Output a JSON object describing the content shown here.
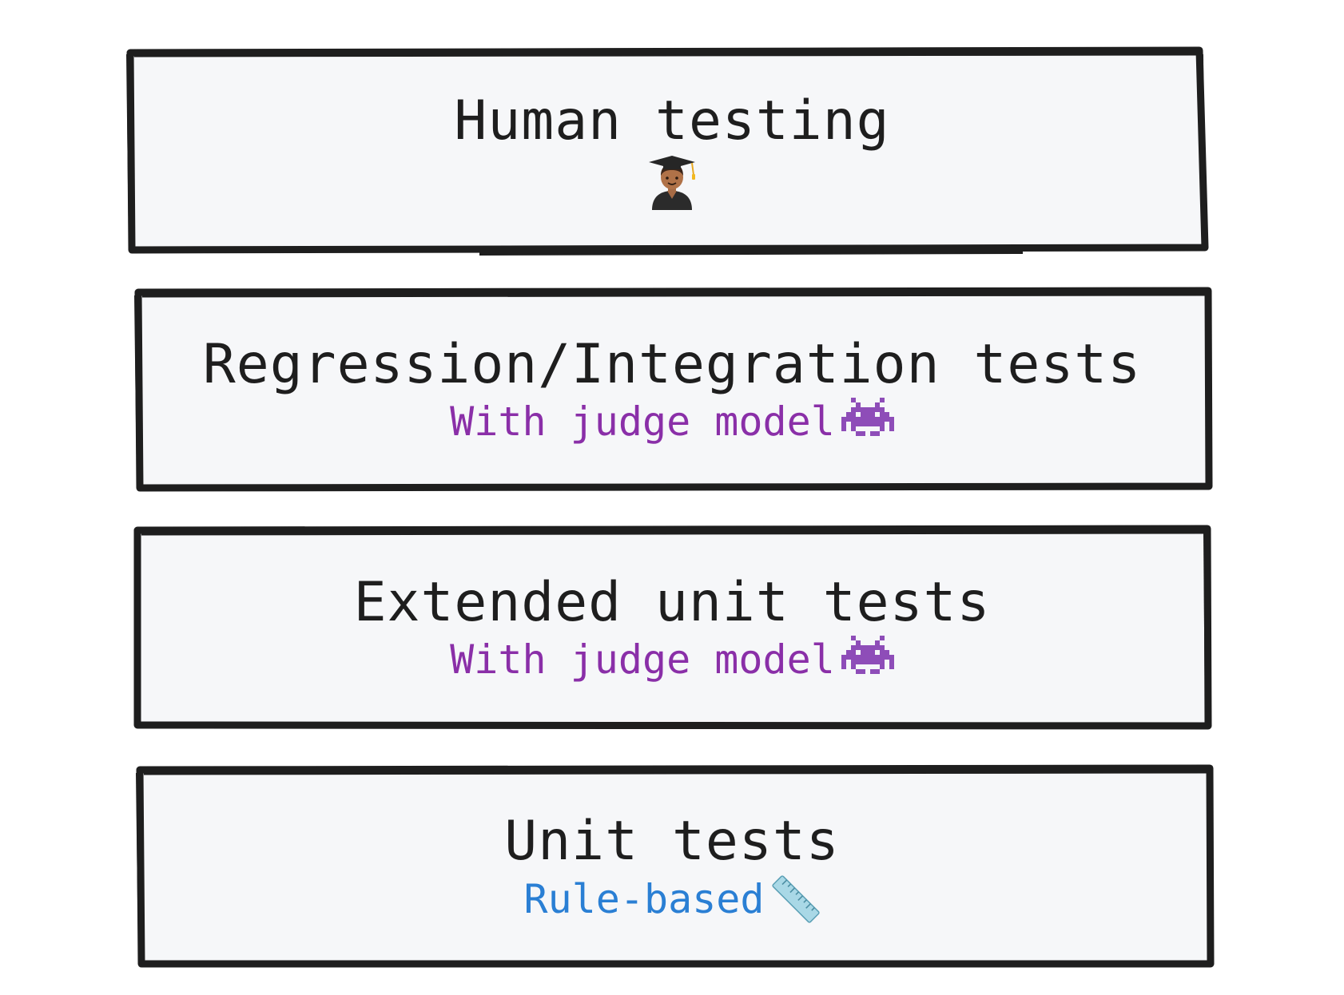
{
  "layers": [
    {
      "title": "Human testing",
      "subtitle": "",
      "subtitle_color": "#8a2fa8",
      "icon": "student-icon"
    },
    {
      "title": "Regression/Integration tests",
      "subtitle": "With judge model",
      "subtitle_color": "#8a2fa8",
      "icon": "space-invader-icon"
    },
    {
      "title": "Extended unit tests",
      "subtitle": "With judge model",
      "subtitle_color": "#8a2fa8",
      "icon": "space-invader-icon"
    },
    {
      "title": "Unit tests",
      "subtitle": "Rule-based",
      "subtitle_color": "#2a7fd4",
      "icon": "ruler-icon"
    }
  ],
  "colors": {
    "stroke": "#1e1e1e",
    "fill": "#f6f7f9",
    "invader": "#8e4db8"
  }
}
